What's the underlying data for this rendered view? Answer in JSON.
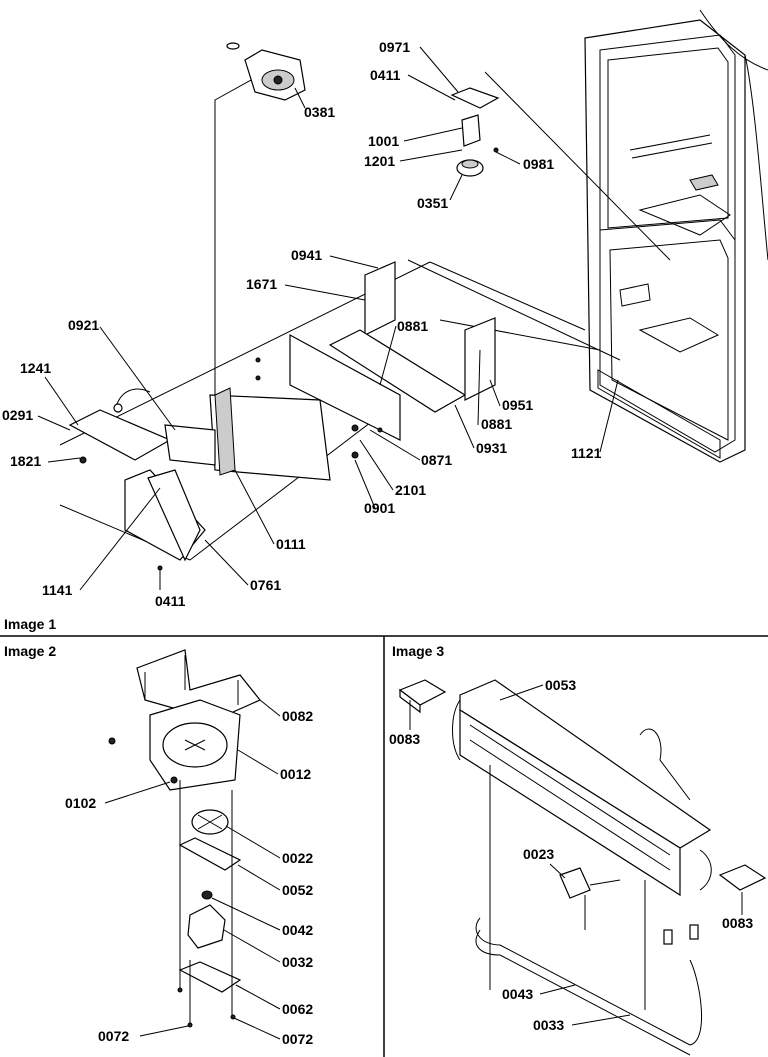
{
  "panels": {
    "image1": "Image 1",
    "image2": "Image 2",
    "image3": "Image 3"
  },
  "image1_labels": [
    "0971",
    "0411",
    "0381",
    "1001",
    "1201",
    "0981",
    "0351",
    "0941",
    "1671",
    "0881",
    "0921",
    "1241",
    "0291",
    "1821",
    "0881",
    "0951",
    "0931",
    "0871",
    "1121",
    "2101",
    "0901",
    "0111",
    "0761",
    "1141",
    "0411"
  ],
  "image2_labels": [
    "0082",
    "0012",
    "0102",
    "0022",
    "0052",
    "0042",
    "0032",
    "0062",
    "0072",
    "0072"
  ],
  "image3_labels": [
    "0053",
    "0083",
    "0023",
    "0083",
    "0043",
    "0033"
  ]
}
